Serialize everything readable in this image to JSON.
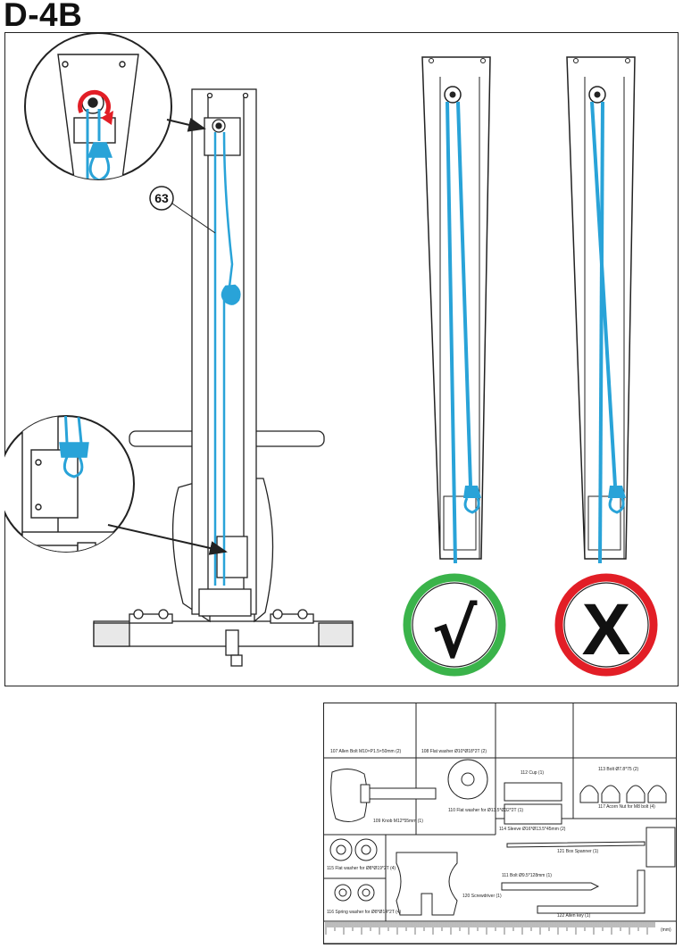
{
  "step": {
    "title": "D-4B"
  },
  "callout": {
    "part_number": "63"
  },
  "comparison": {
    "correct_symbol": "√",
    "wrong_symbol": "X",
    "correct_color": "#3ab34a",
    "wrong_color": "#e21e26"
  },
  "colors": {
    "cable": "#29a3d8",
    "line": "#222222",
    "arrow": "#e21e26"
  },
  "parts": [
    {
      "label": "107 Allen Bolt  M10×P1.5×50mm  (2)"
    },
    {
      "label": "108 Flat washer Ø10*Ø18*2T  (2)"
    },
    {
      "label": "112 Cup  (1)"
    },
    {
      "label": "113 Bolt  Ø7.8*75  (2)"
    },
    {
      "label": "109 Knob M12*55mm (1)"
    },
    {
      "label": "110 Flat washer for Ø13.5*Ø32*2T  (1)"
    },
    {
      "label": "114 Sleeve  Ø16*Ø13.5*45mm  (2)"
    },
    {
      "label": "117 Acorn Nut for M8 bolt  (4)"
    },
    {
      "label": "121 Box Spanner  (1)"
    },
    {
      "label": "115 Flat washer for Ø8*Ø19*2T  (4)"
    },
    {
      "label": "111  Bolt Ø9.5*128mm  (1)"
    },
    {
      "label": "120 Screwdriver  (1)"
    },
    {
      "label": "116  Spring washer for Ø8*Ø14*2T  (4)"
    },
    {
      "label": "122  Allen key  (1)"
    }
  ],
  "ruler": {
    "unit": "(mm)"
  }
}
